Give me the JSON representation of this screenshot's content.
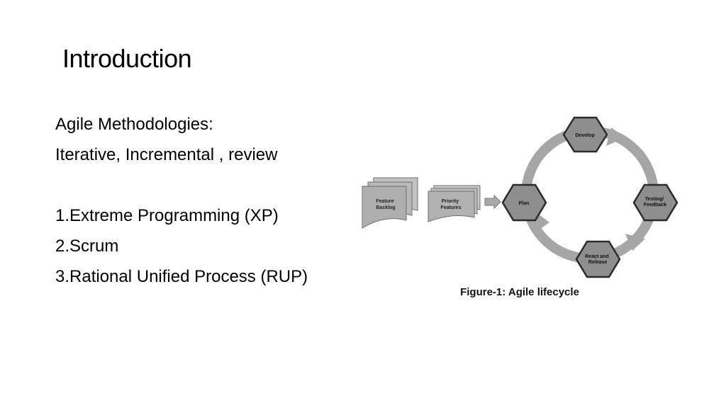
{
  "slide": {
    "title": "Introduction",
    "lines": [
      "Agile Methodologies:",
      "Iterative, Incremental , review",
      "",
      "1.Extreme Programming (XP)",
      "2.Scrum",
      "3.Rational Unified Process (RUP)"
    ]
  },
  "diagram": {
    "feature_backlog": [
      "Feature",
      "Backlog"
    ],
    "priority_features": [
      "Priority",
      "Features"
    ],
    "nodes": {
      "develop": [
        "Develop"
      ],
      "testing": [
        "Testing/",
        "Feedback"
      ],
      "release": [
        "React and",
        "Release"
      ],
      "plan": [
        "Plan"
      ]
    },
    "caption": "Figure-1: Agile lifecycle"
  }
}
